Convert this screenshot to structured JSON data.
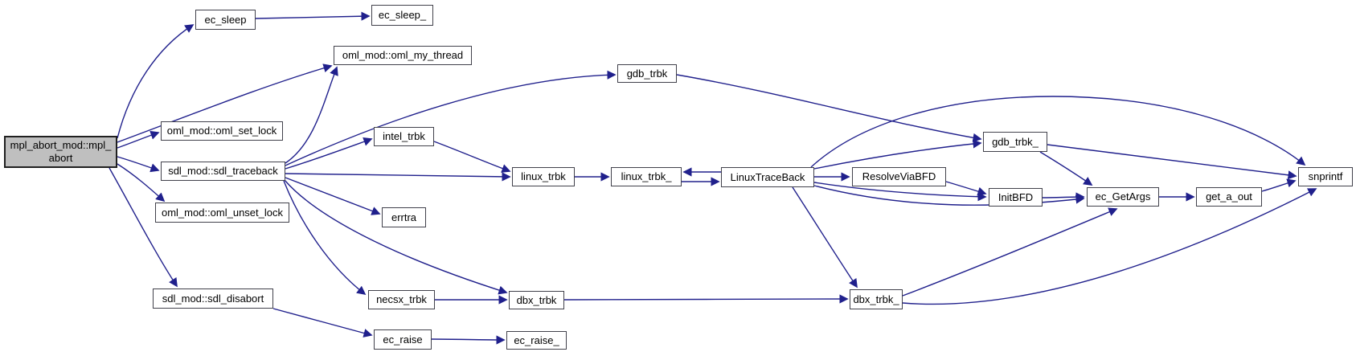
{
  "diagram": {
    "type": "call-graph",
    "root_id": "mpl_abort",
    "colors": {
      "edge": "#20208c",
      "node_fill": "#ffffff",
      "node_border": "#41414b",
      "root_fill": "#bfbfbf",
      "root_border": "#202020",
      "text": "#000000",
      "background": "#ffffff"
    },
    "nodes": [
      {
        "id": "mpl_abort",
        "label": "mpl_abort_mod::mpl_abort"
      },
      {
        "id": "ec_sleep",
        "label": "ec_sleep"
      },
      {
        "id": "ec_sleep_",
        "label": "ec_sleep_"
      },
      {
        "id": "oml_my_thread",
        "label": "oml_mod::oml_my_thread"
      },
      {
        "id": "oml_set_lock",
        "label": "oml_mod::oml_set_lock"
      },
      {
        "id": "sdl_traceback",
        "label": "sdl_mod::sdl_traceback"
      },
      {
        "id": "oml_unset_lock",
        "label": "oml_mod::oml_unset_lock"
      },
      {
        "id": "sdl_disabort",
        "label": "sdl_mod::sdl_disabort"
      },
      {
        "id": "intel_trbk",
        "label": "intel_trbk"
      },
      {
        "id": "errtra",
        "label": "errtra"
      },
      {
        "id": "necsx_trbk",
        "label": "necsx_trbk"
      },
      {
        "id": "ec_raise",
        "label": "ec_raise"
      },
      {
        "id": "ec_raise_",
        "label": "ec_raise_"
      },
      {
        "id": "dbx_trbk",
        "label": "dbx_trbk"
      },
      {
        "id": "linux_trbk",
        "label": "linux_trbk"
      },
      {
        "id": "gdb_trbk",
        "label": "gdb_trbk"
      },
      {
        "id": "linux_trbk_",
        "label": "linux_trbk_"
      },
      {
        "id": "LinuxTraceBack",
        "label": "LinuxTraceBack"
      },
      {
        "id": "ResolveViaBFD",
        "label": "ResolveViaBFD"
      },
      {
        "id": "gdb_trbk_",
        "label": "gdb_trbk_"
      },
      {
        "id": "InitBFD",
        "label": "InitBFD"
      },
      {
        "id": "ec_GetArgs",
        "label": "ec_GetArgs"
      },
      {
        "id": "get_a_out",
        "label": "get_a_out"
      },
      {
        "id": "snprintf",
        "label": "snprintf"
      },
      {
        "id": "dbx_trbk_",
        "label": "dbx_trbk_"
      }
    ],
    "edges": [
      {
        "from": "mpl_abort",
        "to": "ec_sleep"
      },
      {
        "from": "mpl_abort",
        "to": "oml_my_thread"
      },
      {
        "from": "mpl_abort",
        "to": "oml_set_lock"
      },
      {
        "from": "mpl_abort",
        "to": "sdl_traceback"
      },
      {
        "from": "mpl_abort",
        "to": "oml_unset_lock"
      },
      {
        "from": "mpl_abort",
        "to": "sdl_disabort"
      },
      {
        "from": "ec_sleep",
        "to": "ec_sleep_"
      },
      {
        "from": "sdl_traceback",
        "to": "oml_my_thread"
      },
      {
        "from": "sdl_traceback",
        "to": "gdb_trbk"
      },
      {
        "from": "sdl_traceback",
        "to": "intel_trbk"
      },
      {
        "from": "sdl_traceback",
        "to": "linux_trbk"
      },
      {
        "from": "sdl_traceback",
        "to": "errtra"
      },
      {
        "from": "sdl_traceback",
        "to": "necsx_trbk"
      },
      {
        "from": "sdl_traceback",
        "to": "dbx_trbk"
      },
      {
        "from": "sdl_disabort",
        "to": "ec_raise"
      },
      {
        "from": "ec_raise",
        "to": "ec_raise_"
      },
      {
        "from": "intel_trbk",
        "to": "linux_trbk"
      },
      {
        "from": "necsx_trbk",
        "to": "dbx_trbk"
      },
      {
        "from": "dbx_trbk",
        "to": "dbx_trbk_"
      },
      {
        "from": "linux_trbk",
        "to": "linux_trbk_"
      },
      {
        "from": "linux_trbk_",
        "to": "LinuxTraceBack"
      },
      {
        "from": "LinuxTraceBack",
        "to": "linux_trbk_"
      },
      {
        "from": "LinuxTraceBack",
        "to": "gdb_trbk_"
      },
      {
        "from": "LinuxTraceBack",
        "to": "snprintf"
      },
      {
        "from": "LinuxTraceBack",
        "to": "ResolveViaBFD"
      },
      {
        "from": "LinuxTraceBack",
        "to": "InitBFD"
      },
      {
        "from": "LinuxTraceBack",
        "to": "ec_GetArgs"
      },
      {
        "from": "LinuxTraceBack",
        "to": "dbx_trbk_"
      },
      {
        "from": "gdb_trbk",
        "to": "gdb_trbk_"
      },
      {
        "from": "gdb_trbk_",
        "to": "snprintf"
      },
      {
        "from": "gdb_trbk_",
        "to": "ec_GetArgs"
      },
      {
        "from": "ResolveViaBFD",
        "to": "InitBFD"
      },
      {
        "from": "InitBFD",
        "to": "ec_GetArgs"
      },
      {
        "from": "ec_GetArgs",
        "to": "get_a_out"
      },
      {
        "from": "get_a_out",
        "to": "snprintf"
      },
      {
        "from": "dbx_trbk_",
        "to": "ec_GetArgs"
      },
      {
        "from": "dbx_trbk_",
        "to": "snprintf"
      }
    ]
  }
}
